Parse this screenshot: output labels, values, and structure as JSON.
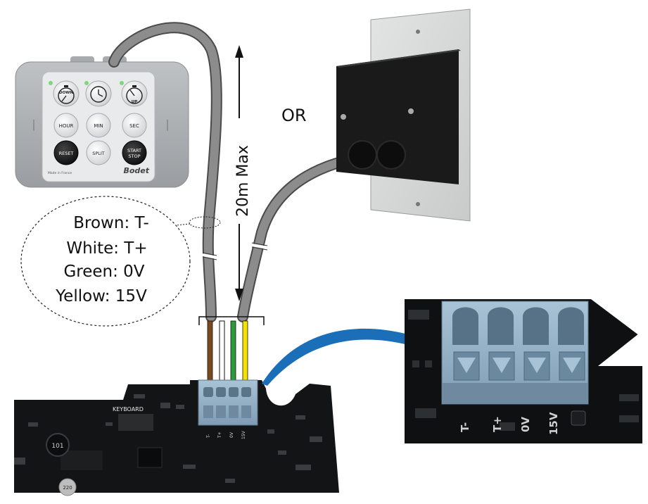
{
  "remote": {
    "buttons": [
      {
        "id": "down",
        "label": "DOWN"
      },
      {
        "id": "clock",
        "label": ""
      },
      {
        "id": "up",
        "label": "UP"
      },
      {
        "id": "hour",
        "label": "HOUR"
      },
      {
        "id": "min",
        "label": "MIN"
      },
      {
        "id": "sec",
        "label": "SEC"
      },
      {
        "id": "reset",
        "label": "RESET"
      },
      {
        "id": "split",
        "label": "SPLIT"
      },
      {
        "id": "start",
        "label_line1": "START",
        "label_line2": "STOP"
      }
    ],
    "made_in": "Made in France",
    "brand": "Bodet"
  },
  "or_label": "OR",
  "distance_label": "20m Max",
  "wire_legend": {
    "lines": [
      "Brown: T-",
      "White: T+",
      "Green: 0V",
      "Yellow: 15V"
    ]
  },
  "board": {
    "keyboard_label": "KEYBOARD",
    "terminal_labels": [
      "T-",
      "T+",
      "0V",
      "15V"
    ],
    "inductor_label": "101",
    "cap_label": "220"
  },
  "wire_colors": {
    "brown": "#7a4a1e",
    "white": "#ffffff",
    "green": "#2e9a3e",
    "yellow": "#f2e300"
  },
  "accent": {
    "callout": "#1a6fb8",
    "terminal": "#8fb0c8"
  }
}
